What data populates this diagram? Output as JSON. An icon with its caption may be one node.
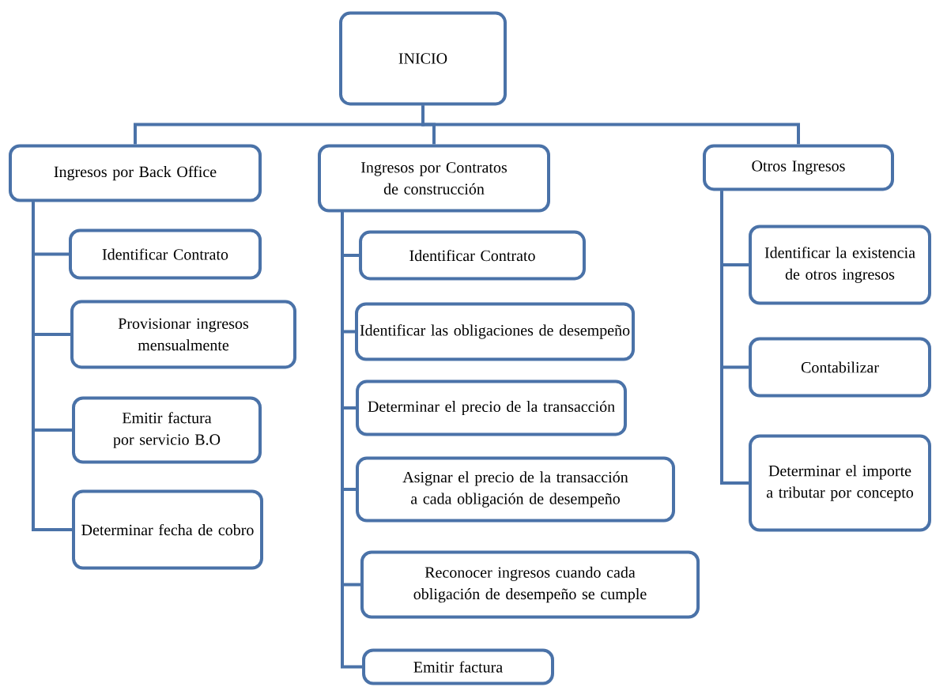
{
  "diagram": {
    "nodes": [
      {
        "text": [
          "INICIO"
        ]
      },
      {
        "text": [
          "Ingresos por Back Office"
        ]
      },
      {
        "text": [
          "Ingresos por Contratos de construcción"
        ]
      },
      {
        "text": [
          "Otros Ingresos"
        ]
      },
      {
        "text": [
          "Identificar Contrato"
        ]
      },
      {
        "text": [
          "Provisionar ingresos mensualmente"
        ]
      },
      {
        "text": [
          "Emitir factura por servicio B.O"
        ]
      },
      {
        "text": [
          "Determinar fecha de cobro"
        ]
      },
      {
        "text": [
          "Identificar Contrato"
        ]
      },
      {
        "text": [
          "Identificar las obligaciones de desempeño"
        ]
      },
      {
        "text": [
          "Determinar el precio de la transacción"
        ]
      },
      {
        "text": [
          "Asignar el precio de la transacción a cada obligación de desempeño"
        ]
      },
      {
        "text": [
          "Reconocer ingresos cuando cada obligación de desempeño se cumple"
        ]
      },
      {
        "text": [
          "Emitir factura"
        ]
      },
      {
        "text": [
          "Identificar la existencia de otros ingresos"
        ]
      },
      {
        "text": [
          "Contabilizar"
        ]
      },
      {
        "text": [
          "Determinar el importe a tributar por concepto"
        ]
      }
    ],
    "edges": [
      {
        "from": 0,
        "to": 1,
        "arrow": "none"
      },
      {
        "from": 0,
        "to": 2,
        "arrow": "none"
      },
      {
        "from": 0,
        "to": 3,
        "arrow": "none"
      },
      {
        "from": 1,
        "to": 4,
        "arrow": "none"
      },
      {
        "from": 1,
        "to": 5,
        "arrow": "none"
      },
      {
        "from": 1,
        "to": 6,
        "arrow": "none"
      },
      {
        "from": 1,
        "to": 7,
        "arrow": "none"
      },
      {
        "from": 2,
        "to": 8,
        "arrow": "none"
      },
      {
        "from": 2,
        "to": 9,
        "arrow": "none"
      },
      {
        "from": 2,
        "to": 10,
        "arrow": "none"
      },
      {
        "from": 2,
        "to": 11,
        "arrow": "none"
      },
      {
        "from": 2,
        "to": 12,
        "arrow": "none"
      },
      {
        "from": 2,
        "to": 13,
        "arrow": "none"
      },
      {
        "from": 3,
        "to": 14,
        "arrow": "none"
      },
      {
        "from": 3,
        "to": 15,
        "arrow": "none"
      },
      {
        "from": 3,
        "to": 16,
        "arrow": "none"
      }
    ]
  }
}
